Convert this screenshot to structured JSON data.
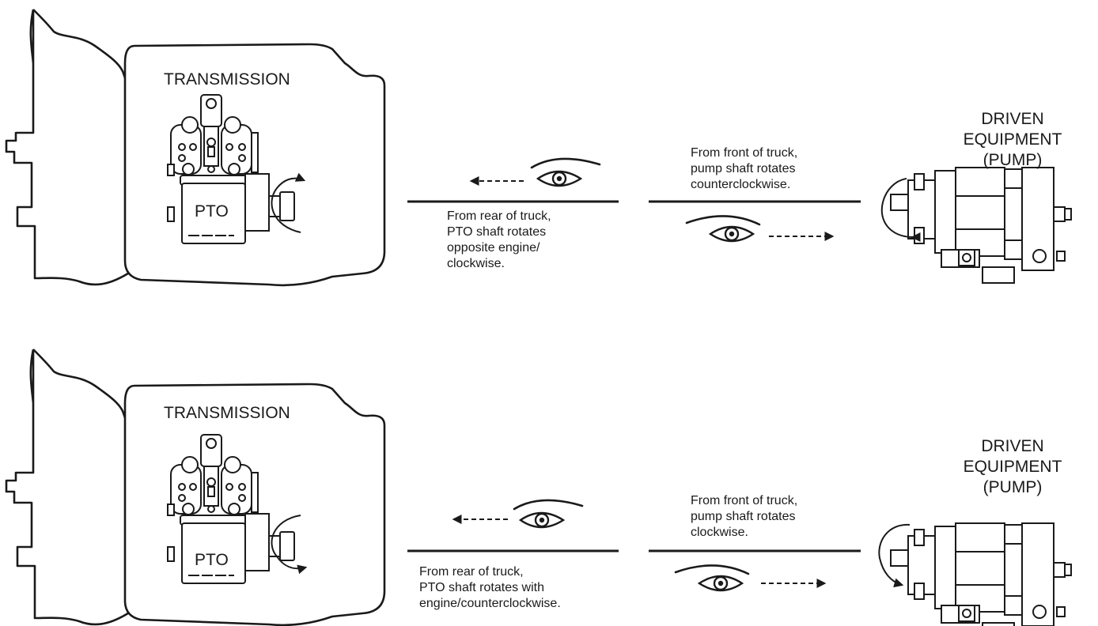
{
  "panels": [
    {
      "transmission_label": "TRANSMISSION",
      "pto_label": "PTO",
      "equipment_label": "DRIVEN\nEQUIPMENT\n(PUMP)",
      "rear_caption": "From rear of truck,\nPTO shaft rotates\nopposite engine/\nclockwise.",
      "front_caption": "From front of truck,\npump shaft rotates\ncounterclockwise."
    },
    {
      "transmission_label": "TRANSMISSION",
      "pto_label": "PTO",
      "equipment_label": "DRIVEN\nEQUIPMENT\n(PUMP)",
      "rear_caption": "From rear of truck,\nPTO shaft rotates with\nengine/counterclockwise.",
      "front_caption": "From front of truck,\npump shaft rotates\nclockwise."
    }
  ],
  "icons": [
    "transmission-housing",
    "pto-unit",
    "rotation-arrow-icon",
    "eye-icon",
    "dashed-arrow-icon",
    "pump-unit"
  ]
}
